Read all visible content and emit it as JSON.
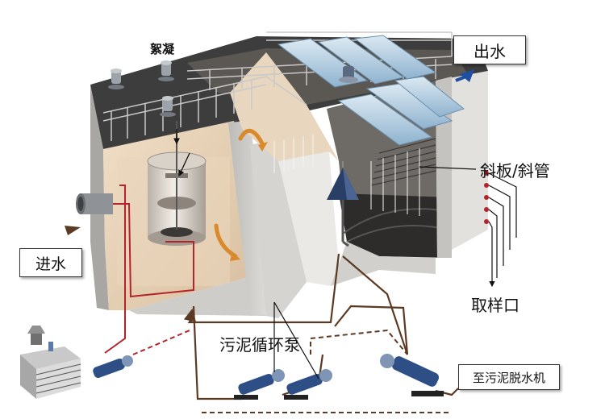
{
  "labels": {
    "flocculation": "絮凝",
    "outlet": "出水",
    "inlet": "进水",
    "inclined_plates": "斜板/斜管",
    "sampling_port": "取样口",
    "sludge_pump": "污泥循环泵",
    "to_dewatering": "至污泥脱水机"
  },
  "colors": {
    "concrete_wall": "#c8c6c2",
    "dark_top": "#3d3d3d",
    "interior_warm": "#e7d2b8",
    "pipe_red": "#b3242a",
    "pipe_brown": "#5a3a22",
    "arrow_blue": "#1f4fa0",
    "arrow_orange": "#d88a2c",
    "tube_blue": "#9ec2dc",
    "pump_blue": "#2e4f86"
  },
  "icons": [
    "stirrer-motor-icon",
    "pump-icon",
    "flow-arrow-icon",
    "dosing-tank-icon"
  ]
}
